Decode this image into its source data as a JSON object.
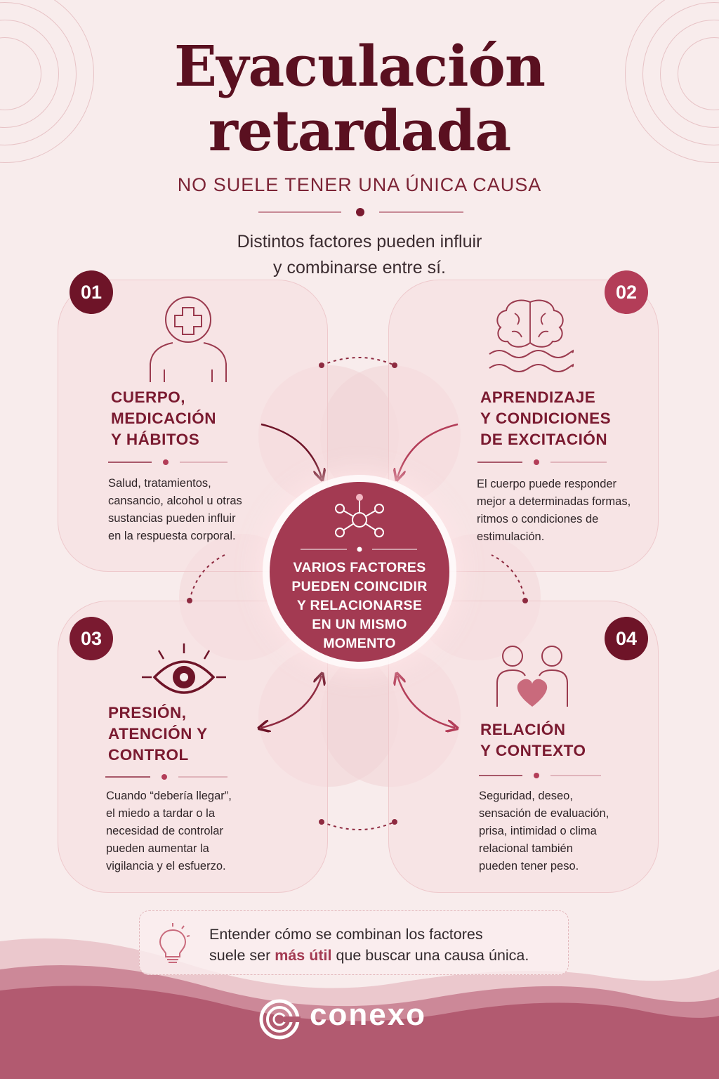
{
  "header": {
    "title_line1": "Eyaculación",
    "title_line2": "retardada",
    "subtitle": "NO SUELE TENER UNA ÚNICA CAUSA",
    "intro_line1": "Distintos factores pueden influir",
    "intro_line2": "y combinarse entre sí."
  },
  "factors": [
    {
      "number": "01",
      "icon": "person-medical-cross-icon",
      "title_lines": [
        "CUERPO,",
        "MEDICACIÓN",
        "Y HÁBITOS"
      ],
      "desc_lines": [
        "Salud, tratamientos,",
        "cansancio, alcohol u otras",
        "sustancias pueden influir",
        "en la respuesta corporal."
      ]
    },
    {
      "number": "02",
      "icon": "brain-waves-icon",
      "title_lines": [
        "APRENDIZAJE",
        "Y CONDICIONES",
        "DE EXCITACIÓN"
      ],
      "desc_lines": [
        "El cuerpo puede responder",
        "mejor a determinadas formas,",
        "ritmos o condiciones de",
        "estimulación."
      ]
    },
    {
      "number": "03",
      "icon": "eye-icon",
      "title_lines": [
        "PRESIÓN,",
        "ATENCIÓN Y",
        "CONTROL"
      ],
      "desc_lines": [
        "Cuando “debería llegar”,",
        "el miedo a tardar o la",
        "necesidad de controlar",
        "pueden aumentar la",
        "vigilancia y el esfuerzo."
      ]
    },
    {
      "number": "04",
      "icon": "couple-heart-icon",
      "title_lines": [
        "RELACIÓN",
        "Y CONTEXTO"
      ],
      "desc_lines": [
        "Seguridad, deseo,",
        "sensación de evaluación,",
        "prisa, intimidad o clima",
        "relacional también",
        "pueden tener peso."
      ]
    }
  ],
  "center": {
    "icon": "network-nodes-icon",
    "lines": [
      "VARIOS FACTORES",
      "PUEDEN COINCIDIR",
      "Y RELACIONARSE",
      "EN UN MISMO",
      "MOMENTO"
    ]
  },
  "note": {
    "icon": "lightbulb-icon",
    "line1": "Entender cómo se combinan los factores",
    "line2_before": "suele ser ",
    "line2_highlight": "más útil",
    "line2_after": " que buscar una causa única."
  },
  "brand": {
    "name": "conexo",
    "icon": "conexo-logo-icon"
  },
  "colors": {
    "background": "#f8ecec",
    "dark_wine": "#5a1020",
    "accent": "#a33a52",
    "badge_dark": "#6e1428",
    "badge_light": "#b33d58",
    "wave": "#b25a70"
  }
}
